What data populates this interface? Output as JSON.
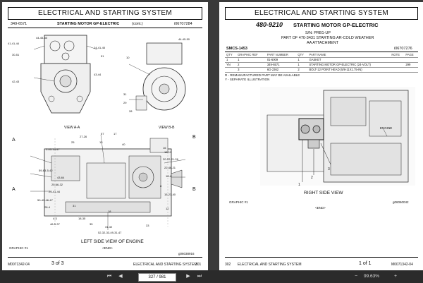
{
  "left": {
    "header": "ELECTRICAL AND STARTING SYSTEM",
    "sub_left": "349-6571",
    "sub_title": "STARTING MOTOR GP-ELECTRIC",
    "sub_cont": "(cont.)",
    "sub_right": "i06707284",
    "view_aa": "VIEW A-A",
    "view_bb": "VIEW B-B",
    "view_main": "LEFT SIDE VIEW OF ENGINE",
    "view_end": "<END>",
    "graphic": "GRAPHIC #1",
    "graphic_id": "g06038916",
    "callouts": [
      "44-45-60",
      "41-41-44",
      "24-41-45",
      "30-51",
      "51",
      "10",
      "42-43",
      "43-44",
      "31",
      "29",
      "28",
      "44-45-50",
      "27-26",
      "57",
      "17",
      "25",
      "13",
      "40",
      "16",
      "18-19",
      "20-22-21-26",
      "2-45-14-47",
      "22-46-21",
      "18-4",
      "59-63-5-42",
      "43-64",
      "25-66-32",
      "24-41-44",
      "8",
      "15-23-40",
      "50-49-46-47",
      "28-4",
      "31",
      "18",
      "4-3",
      "46-5-37",
      "18-35",
      "31-32",
      "35",
      "52-32-33-49-31-47",
      "33",
      "12",
      "A",
      "A",
      "B",
      "B"
    ],
    "footer_left": "M0071342-04",
    "footer_page": "3 of 3",
    "footer_right": "ELECTRICAL AND STARTING SYSTEM",
    "footer_num": "301"
  },
  "right": {
    "header": "ELECTRICAL AND STARTING SYSTEM",
    "part_no": "480-9210",
    "part_title": "STARTING MOTOR GP-ELECTRIC",
    "sn": "S/N: PRB1-UP",
    "part_of": "PART OF 470-3431 STARTING AR-COLD WEATHER",
    "attach": "AA ATTACHMENT",
    "smcs": "SMCS-1453",
    "smcs_id": "i06707276",
    "columns": [
      "QTY",
      "GRAPHIC REF",
      "PART NUMBER",
      "QTY",
      "PART NAME",
      "NOTE",
      "PAGE"
    ],
    "rows": [
      [
        "1",
        "1",
        "01-6009",
        "1",
        "GASKET",
        "",
        ""
      ],
      [
        "YN",
        "2",
        "349-6571",
        "1",
        "STARTING MOTOR GP-ELECTRIC (24-VOLT)",
        "",
        "299"
      ],
      [
        "",
        "3",
        "6G-2362",
        "2",
        "BOLT-12 POINT HEAD (5/8-11X1.75-IN)",
        "",
        ""
      ]
    ],
    "note1": "R - REMANUFACTURED PART MAY BE AVAILABLE",
    "note2": "Y - SEPARATE ILLUSTRATION",
    "callouts": [
      "1",
      "2",
      "3",
      "ENGINE"
    ],
    "view": "RIGHT SIDE VIEW",
    "view_end": "<END>",
    "graphic": "GRAPHIC #1",
    "graphic_id": "g06060042",
    "footer_num": "302",
    "footer_center": "ELECTRICAL AND STARTING SYSTEM",
    "footer_page": "1 of 1",
    "footer_right": "M0071342-04"
  },
  "toolbar": {
    "page_value": "327 / 981",
    "zoom": "99.63%",
    "icons": [
      "first-page-icon",
      "prev-page-icon",
      "next-page-icon",
      "last-page-icon",
      "zoom-out-icon",
      "zoom-in-icon"
    ],
    "glyphs": [
      "⏮",
      "◀",
      "▶",
      "⏭",
      "−",
      "+"
    ]
  }
}
